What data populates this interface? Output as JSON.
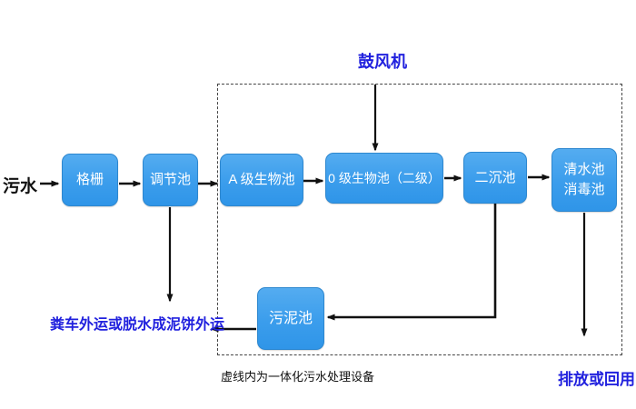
{
  "diagram": {
    "type": "process-flow",
    "colors": {
      "box_fill": "#3b9dec",
      "box_border": "#2d87cf",
      "box_text": "#ffffff",
      "blue_label_text": "#2121de",
      "black_label_text": "#111111",
      "arrow": "#111111",
      "background": "#ffffff"
    },
    "labels": {
      "influent": "污水",
      "blower": "鼓风机",
      "sludge_outlet": "粪车外运或脱水成泥饼外运",
      "discharge": "排放或回用",
      "dashed_region_note": "虚线内为一体化污水处理设备"
    },
    "boxes": [
      {
        "id": "grid",
        "label": "格栅"
      },
      {
        "id": "regulating-tank",
        "label": "调节池"
      },
      {
        "id": "a-bio-tank",
        "label": "A 级生物池"
      },
      {
        "id": "o-bio-tank",
        "label": "0 级生物池（二级）"
      },
      {
        "id": "secondary-sedimentation-tank",
        "label": "二沉池"
      },
      {
        "id": "clear-water-tank",
        "label_line1": "清水池",
        "label_line2": "消毒池"
      },
      {
        "id": "sludge-tank",
        "label": "污泥池"
      }
    ]
  }
}
